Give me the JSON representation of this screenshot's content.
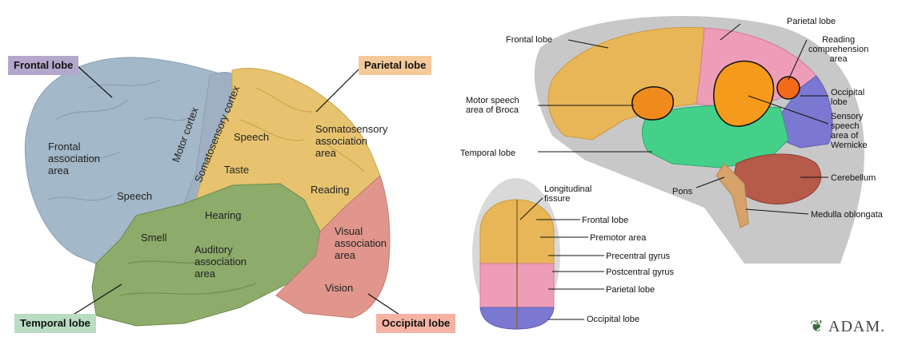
{
  "colors": {
    "frontal": "#a3b8c9",
    "parietal": "#e8c36f",
    "temporal": "#8dab6a",
    "occipital": "#e0968c",
    "tag_frontal": "#b3a8cc",
    "tag_parietal": "#f5c99a",
    "tag_temporal": "#b9dcc2",
    "tag_occipital": "#f4b3a3",
    "right_frontal": "#e8b657",
    "right_parietal": "#ee9db8",
    "right_temporal": "#45d08a",
    "right_occipital": "#7a78d0",
    "right_broca": "#f08a1c",
    "right_cerebellum": "#b65a49"
  },
  "left_diagram": {
    "tags": {
      "frontal": "Frontal lobe",
      "parietal": "Parietal lobe",
      "temporal": "Temporal lobe",
      "occipital": "Occipital lobe"
    },
    "labels": {
      "frontal_association": "Frontal\nassociation\narea",
      "speech_frontal": "Speech",
      "motor_cortex": "Motor cortex",
      "somatosensory_cortex": "Somatosensory cortex",
      "speech_parietal": "Speech",
      "taste": "Taste",
      "somatosensory_association": "Somatosensory\nassociation\narea",
      "reading": "Reading",
      "hearing": "Hearing",
      "smell": "Smell",
      "auditory_association": "Auditory\nassociation\narea",
      "visual_association": "Visual\nassociation\narea",
      "vision": "Vision"
    }
  },
  "right_diagram": {
    "side_labels": {
      "frontal_lobe": "Frontal lobe",
      "parietal_lobe": "Parietal lobe",
      "reading_comprehension": "Reading\ncomprehension\narea",
      "motor_speech": "Motor speech\narea of Broca",
      "occipital_lobe": "Occipital\nlobe",
      "sensory_speech": "Sensory\nspeech\narea of\nWernicke",
      "temporal_lobe": "Temporal lobe",
      "cerebellum": "Cerebellum",
      "pons": "Pons",
      "medulla": "Medulla oblongata"
    },
    "top_labels": {
      "longitudinal_fissure": "Longitudinal\nfissure",
      "frontal_lobe": "Frontal lobe",
      "premotor_area": "Premotor area",
      "precentral_gyrus": "Precentral gyrus",
      "postcentral_gyrus": "Postcentral gyrus",
      "parietal_lobe": "Parietal lobe",
      "occipital_lobe": "Occipital lobe"
    },
    "logo": "ADAM."
  }
}
